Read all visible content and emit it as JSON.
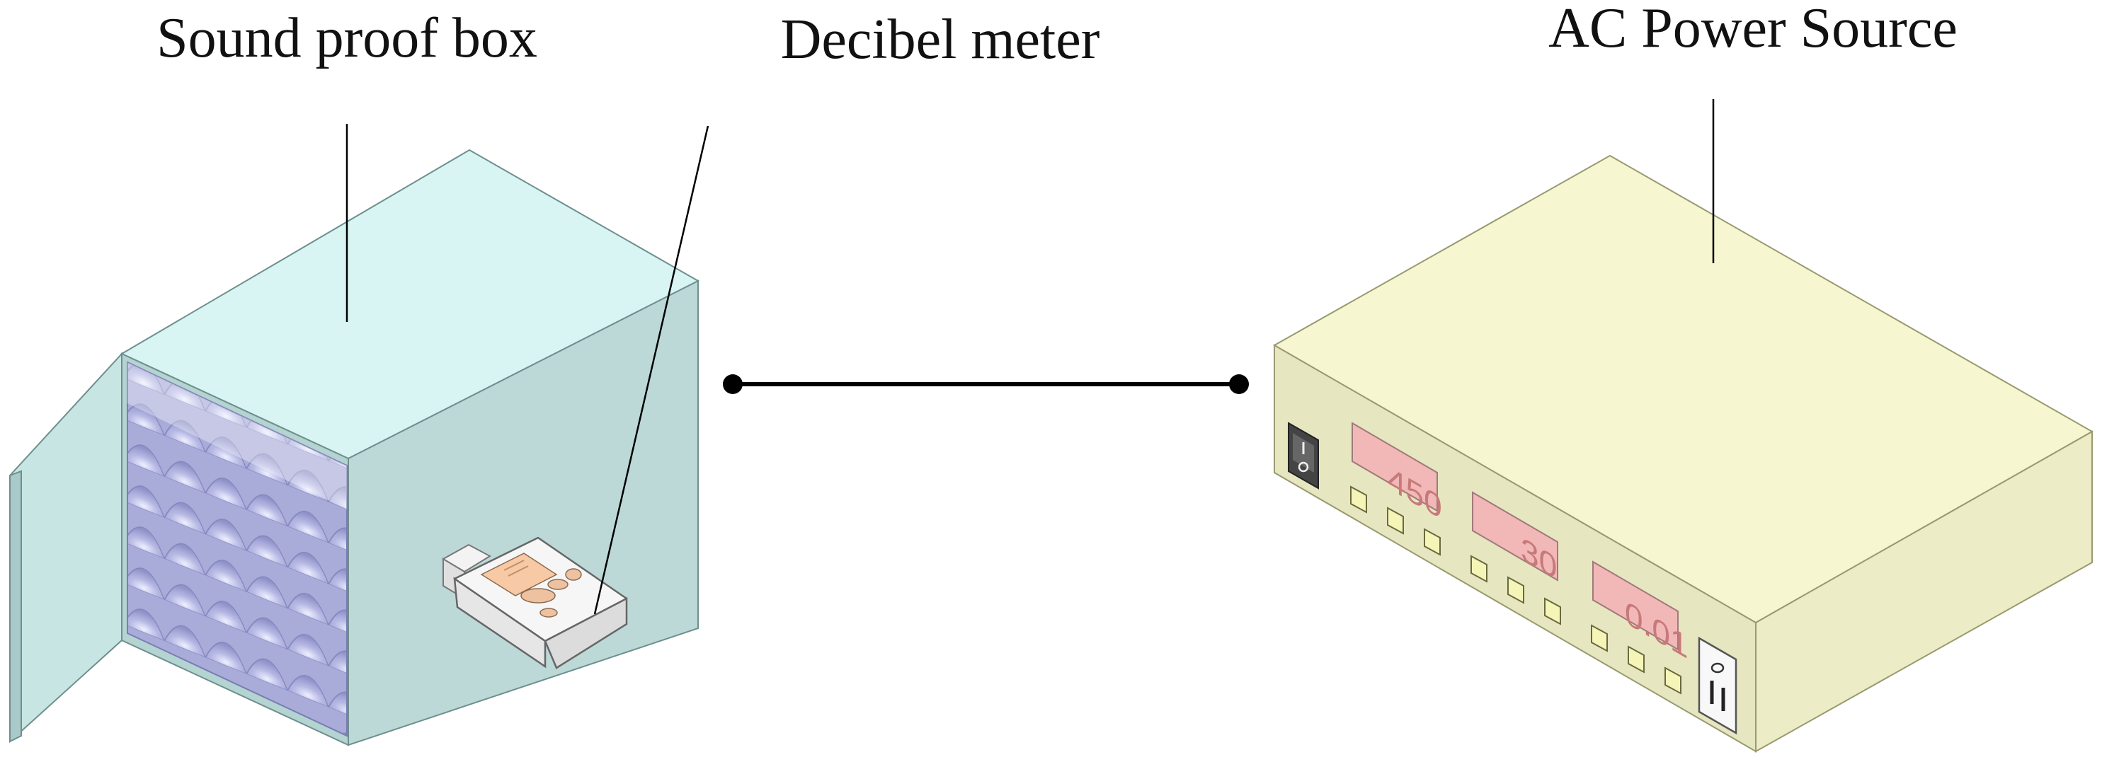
{
  "labels": {
    "sound_proof_box": "Sound proof box",
    "decibel_meter": "Decibel meter",
    "ac_power_source": "AC Power Source"
  },
  "power_source": {
    "displays": [
      "450",
      "30",
      "0.01"
    ]
  },
  "colors": {
    "box_top": "#d8f5f3",
    "box_side": "#bcd9d8",
    "box_front": "#b4d4d2",
    "foam": "#a9abd8",
    "meter_body": "#f5f5f5",
    "meter_screen": "#f7c9a4",
    "ps_top": "#f6f6d0",
    "ps_front": "#e6e6c0",
    "ps_side": "#ececc6",
    "lcd_bg": "#f2b8b8",
    "button": "#f5f5b8",
    "connector": "#000000"
  },
  "icons": [
    "rocker-switch-icon",
    "power-outlet-icon"
  ]
}
